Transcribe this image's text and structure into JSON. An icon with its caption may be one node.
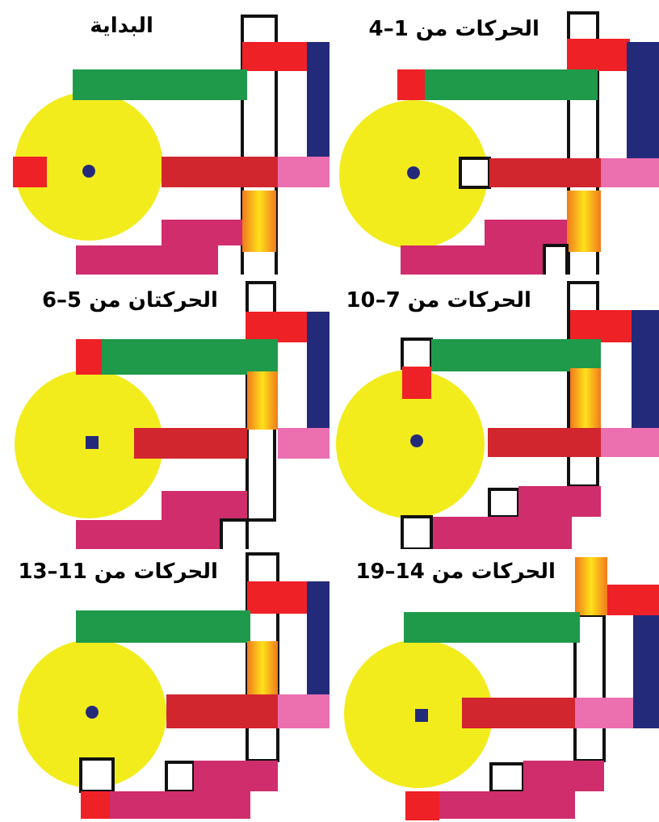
{
  "diagram": {
    "labels": [
      "البداية",
      "الحركات من 1–4",
      "الحركتان من 5–6",
      "الحركات من 7–10",
      "الحركات من 11–13",
      "الحركات من 14–19"
    ]
  }
}
